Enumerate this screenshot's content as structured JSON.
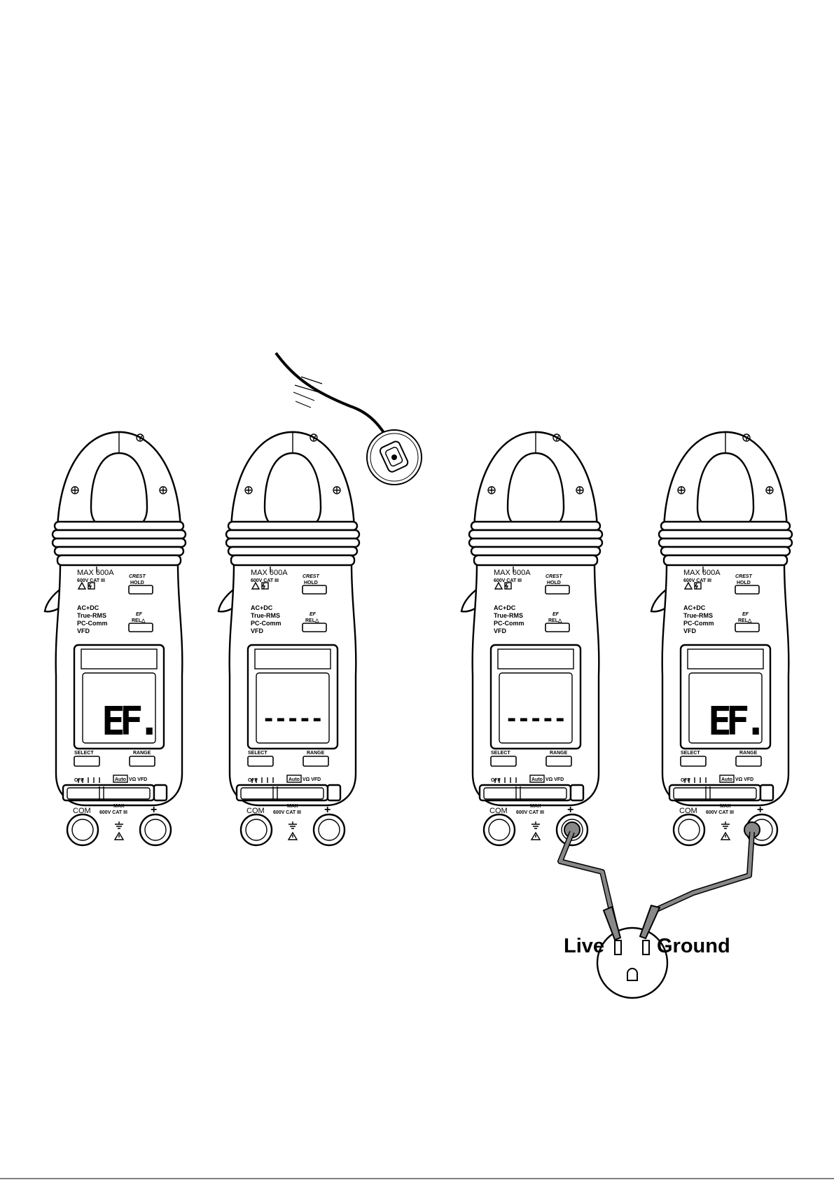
{
  "meters": [
    {
      "id": "meter-1",
      "max_label": "MAX 600A",
      "cat_label": "600V CAT III",
      "crest_label": "CREST",
      "hold_label": "HOLD",
      "ef_label": "EF",
      "rel_label": "REL△",
      "features": [
        "AC+DC",
        "True-RMS",
        "PC-Comm",
        "VFD"
      ],
      "select_label": "SELECT",
      "range_label": "RANGE",
      "off_label": "OFF",
      "dial_label": "Auto",
      "dial_sub": "VΩ VFD",
      "com_label": "COM",
      "jack_max": "MAX",
      "jack_cat": "600V CAT III",
      "plus_label": "+",
      "display": "EF."
    },
    {
      "id": "meter-2",
      "max_label": "MAX 600A",
      "cat_label": "600V CAT III",
      "crest_label": "CREST",
      "hold_label": "HOLD",
      "ef_label": "EF",
      "rel_label": "REL△",
      "features": [
        "AC+DC",
        "True-RMS",
        "PC-Comm",
        "VFD"
      ],
      "select_label": "SELECT",
      "range_label": "RANGE",
      "off_label": "OFF",
      "dial_label": "Auto",
      "dial_sub": "VΩ VFD",
      "com_label": "COM",
      "jack_max": "MAX",
      "jack_cat": "600V CAT III",
      "plus_label": "+",
      "display": "-----"
    },
    {
      "id": "meter-3",
      "max_label": "MAX 600A",
      "cat_label": "600V CAT III",
      "crest_label": "CREST",
      "hold_label": "HOLD",
      "ef_label": "EF",
      "rel_label": "REL△",
      "features": [
        "AC+DC",
        "True-RMS",
        "PC-Comm",
        "VFD"
      ],
      "select_label": "SELECT",
      "range_label": "RANGE",
      "off_label": "OFF",
      "dial_label": "Auto",
      "dial_sub": "VΩ VFD",
      "com_label": "COM",
      "jack_max": "MAX",
      "jack_cat": "600V CAT III",
      "plus_label": "+",
      "display": "-----"
    },
    {
      "id": "meter-4",
      "max_label": "MAX 600A",
      "cat_label": "600V CAT III",
      "crest_label": "CREST",
      "hold_label": "HOLD",
      "ef_label": "EF",
      "rel_label": "REL△",
      "features": [
        "AC+DC",
        "True-RMS",
        "PC-Comm",
        "VFD"
      ],
      "select_label": "SELECT",
      "range_label": "RANGE",
      "off_label": "OFF",
      "dial_label": "Auto",
      "dial_sub": "VΩ VFD",
      "com_label": "COM",
      "jack_max": "MAX",
      "jack_cat": "600V CAT III",
      "plus_label": "+",
      "display": "EF."
    }
  ],
  "outlet": {
    "live_label": "Live",
    "ground_label": "Ground"
  },
  "colors": {
    "ink": "#000000",
    "lead": "#888888",
    "paper": "#ffffff"
  }
}
